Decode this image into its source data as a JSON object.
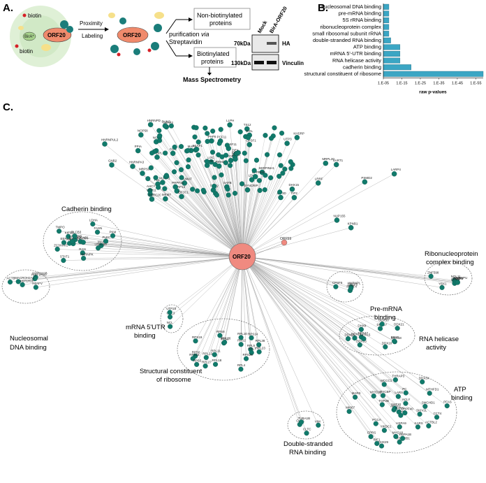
{
  "panel_a": {
    "letter": "A.",
    "biotin_top": "biotin",
    "biotin_bottom": "biotin",
    "birA": "BirA*",
    "orf20_left": "ORF20",
    "orf20_mid": "ORF20",
    "proximity": "Proximity",
    "labeling": "Labeling",
    "purification_1": "purification",
    "purification_via": "via",
    "purification_2": "Streptavidin",
    "non_biotinylated": "Non-biotinylated",
    "proteins_1": "proteins",
    "biotinylated": "Biotinylated",
    "proteins_2": "proteins",
    "mass_spec": "Mass Spectrometry",
    "wb_mock": "Mock",
    "wb_bira": "BirA-ORF20",
    "wb_70": "70kDa",
    "wb_130": "130kDa",
    "wb_ha": "HA",
    "wb_vinculin": "Vinculin"
  },
  "panel_b": {
    "letter": "B.",
    "xlabel": "raw p-values",
    "bar_color": "#3ba6c4",
    "scale": "log",
    "ticks": [
      "1.E-05",
      "1.E-15",
      "1.E-25",
      "1.E-35",
      "1.E-45",
      "1.E-55"
    ],
    "terms": [
      "nucleosomal DNA binding",
      "pre-mRNA binding",
      "5S rRNA binding",
      "ribonucleoprotein complex",
      "small ribosomal subunit rRNA",
      "double-stranded RNA binding",
      "ATP binding",
      "mRNA 5'-UTR binding",
      "RNA helicase activity",
      "cadherin binding",
      "structural constituent of ribosome"
    ],
    "neg_log10_p": [
      8,
      8,
      8,
      8,
      8,
      9,
      14,
      14,
      14,
      20,
      59
    ]
  },
  "panel_c": {
    "letter": "C.",
    "hub": "ORF20",
    "node_color": "#117a6b",
    "hub_color": "#f08a80",
    "orf59": "ORF59",
    "clusters": {
      "cadherin": "Cadherin binding",
      "ribo_complex_1": "Ribonucleoprotein",
      "ribo_complex_2": "complex binding",
      "pre_mrna_1": "Pre-mRNA",
      "pre_mrna_2": "binding",
      "mrna5_1": "mRNA 5'UTR",
      "mrna5_2": "binding",
      "nucleosomal_1": "Nucleosomal",
      "nucleosomal_2": "DNA binding",
      "helicase_1": "RNA helicase",
      "helicase_2": "activity",
      "ribosome_1": "Structural constituent",
      "ribosome_2": "of ribosome",
      "atp_1": "ATP",
      "atp_2": "binding",
      "dsrna_1": "Double-stranded",
      "dsrna_2": "RNA binding"
    },
    "top_genes": [
      "HNRNPUL2",
      "GNB2",
      "HNRNPA3",
      "MRPS9",
      "RBM27",
      "NOP2",
      "LOC",
      "AHCY",
      "DEK",
      "NUMAT",
      "TS12",
      "PCF11",
      "SVIL",
      "TOP1",
      "CKAP2",
      "TIP2",
      "MRPL32",
      "KHSRP",
      "GTF3C",
      "CPSF1",
      "MKI67",
      "PHF6",
      "SRSF11",
      "NUMA1",
      "SCAF1",
      "UTP11",
      "PARP12",
      "PSMD2",
      "MRPL20",
      "LRRF",
      "LARP4",
      "KPNB1",
      "SART1",
      "NUP155",
      "EIF3D",
      "DHX15",
      "SERPINH1",
      "LLPH",
      "MAP4",
      "COIL",
      "LDHA",
      "EIF3CL",
      "PPIA",
      "SF3B1",
      "PRRC2C",
      "TGM2",
      "CCT2",
      "FBL",
      "UTP3",
      "NOP58",
      "CAPRIN1",
      "SYNCRIP",
      "PRPF31",
      "PUM3",
      "HNRNPD",
      "SAFB"
    ],
    "cadherin_genes": [
      "MYH9",
      "FASN",
      "RAN",
      "MACF1",
      "STAT1",
      "LDHA",
      "HSPA8",
      "TJP1",
      "EEF1G",
      "HNRNPK",
      "KIF5B",
      "TMPO",
      "TAGLN2",
      "PLEC",
      "IQGAP1",
      "PLCB3",
      "LRRC59",
      "ZC3HAV1",
      "PKM",
      "FLNA"
    ],
    "nucleosomal_genes": [
      "HIST1H1B",
      "HIST1H1C",
      "ACTB",
      "H2AFV",
      "HIST1H1E",
      "MACROH2A1"
    ],
    "mrna5_genes": [
      "NCL",
      "GNL3",
      "UTP23"
    ],
    "pre_mrna_genes": [
      "HNRNPL",
      "PRPF4",
      "SRSF6",
      "CPSF6"
    ],
    "ribo_complex_genes": [
      "ZNF598",
      "HNRNPU",
      "NOL11",
      "DHX9",
      "PTBP1",
      "RBMX",
      "YBX1"
    ],
    "helicase_genes": [
      "DDX24",
      "DDX21",
      "DDX23",
      "DDX47",
      "DDX17",
      "DHX8",
      "DDX56",
      "DDX18",
      "DHX15",
      "DDX50",
      "DDX10",
      "DDX5"
    ],
    "ribosome_genes": [
      "RPS3",
      "RPL13",
      "RPL5",
      "RPS8",
      "RPL7",
      "RPS6",
      "RPL23",
      "RPS16",
      "RPL26",
      "RPL38",
      "RPS2",
      "RPL18",
      "RPS14",
      "RPL10",
      "RPS5",
      "RPL4",
      "RPS19",
      "RPL27",
      "RPS26",
      "RPL11"
    ],
    "dsrna_genes": [
      "OASL",
      "VIM",
      "TUBA1B",
      "CLTC"
    ],
    "atp_genes": [
      "HSP90B1",
      "MYO1C",
      "ACLY",
      "UBA1",
      "THRAP3",
      "ABCF2",
      "SKIV2L",
      "DHX29",
      "PRPF40",
      "HSPA1B",
      "TOP2B",
      "MYO18",
      "ACTBL2",
      "CCT4",
      "MCCC1",
      "SMCHD1",
      "MTHFD1",
      "NAT10",
      "KARS",
      "MKI67",
      "MARS",
      "PFAS",
      "HSPA9",
      "MYCBP",
      "PC",
      "PCCA",
      "RIF1",
      "RARS",
      "HKDC1",
      "DDX3X",
      "LARS",
      "EPRS"
    ]
  }
}
